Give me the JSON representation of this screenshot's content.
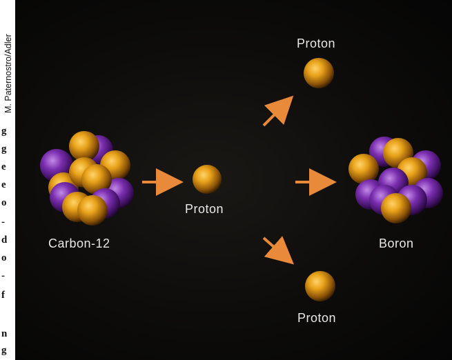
{
  "credit": "M. Paternostro/Adler",
  "labels": {
    "carbon": "Carbon-12",
    "proton_incoming": "Proton",
    "proton_top": "Proton",
    "proton_bottom": "Proton",
    "boron": "Boron"
  },
  "colors": {
    "proton": "#e8a21a",
    "neutron": "#7b2fb0",
    "arrow": "#e88a3a",
    "background": "#0b0a08",
    "label": "#e8e8e8"
  },
  "page_fragments": [
    "g",
    "g",
    "e",
    "e",
    "o",
    "-",
    "d",
    "o",
    "-",
    "f",
    "n",
    "g"
  ]
}
